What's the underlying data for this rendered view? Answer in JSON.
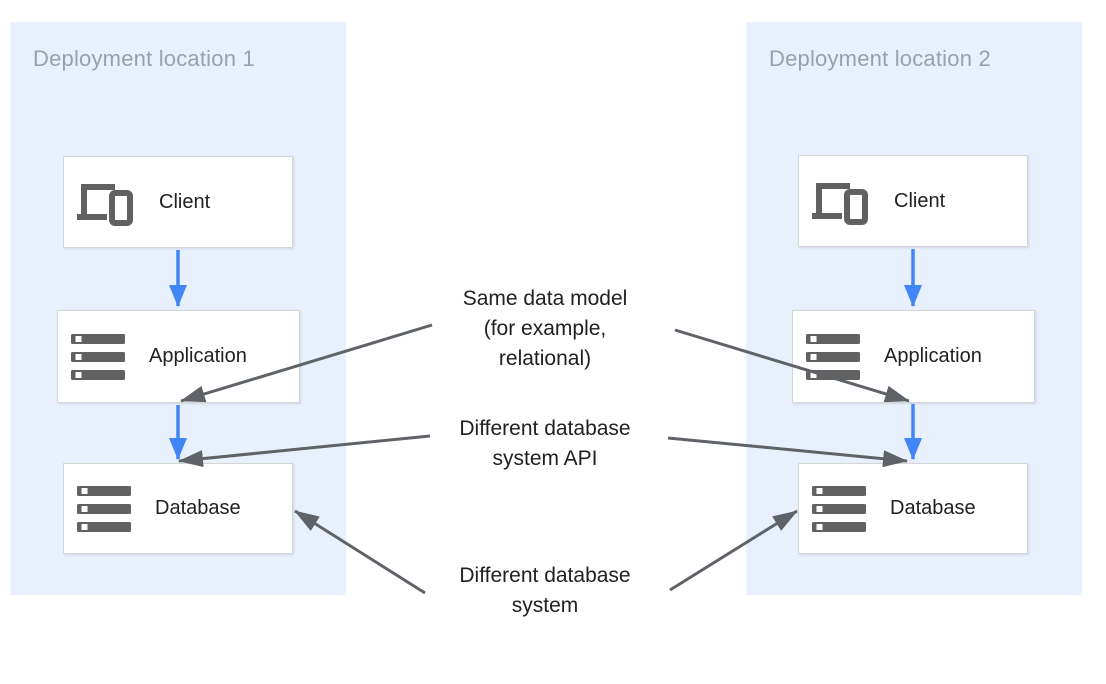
{
  "colors": {
    "panel_background": "#e8f0fe",
    "flow_arrow_blue": "#4285f4",
    "annotation_arrow_gray": "#5f6368",
    "node_border": "#d5d5d5",
    "icon_gray": "#616161",
    "panel_title_gray": "#9aa0a6",
    "label_text": "#212121"
  },
  "panels": [
    {
      "title": "Deployment location 1",
      "nodes": [
        {
          "label": "Client",
          "icon": "devices-icon"
        },
        {
          "label": "Application",
          "icon": "storage-icon"
        },
        {
          "label": "Database",
          "icon": "storage-icon"
        }
      ]
    },
    {
      "title": "Deployment location 2",
      "nodes": [
        {
          "label": "Client",
          "icon": "devices-icon"
        },
        {
          "label": "Application",
          "icon": "storage-icon"
        },
        {
          "label": "Database",
          "icon": "storage-icon"
        }
      ]
    }
  ],
  "annotations": [
    {
      "text": "Same data model\n(for example,\nrelational)"
    },
    {
      "text": "Different database\nsystem API"
    },
    {
      "text": "Different database\nsystem"
    }
  ]
}
